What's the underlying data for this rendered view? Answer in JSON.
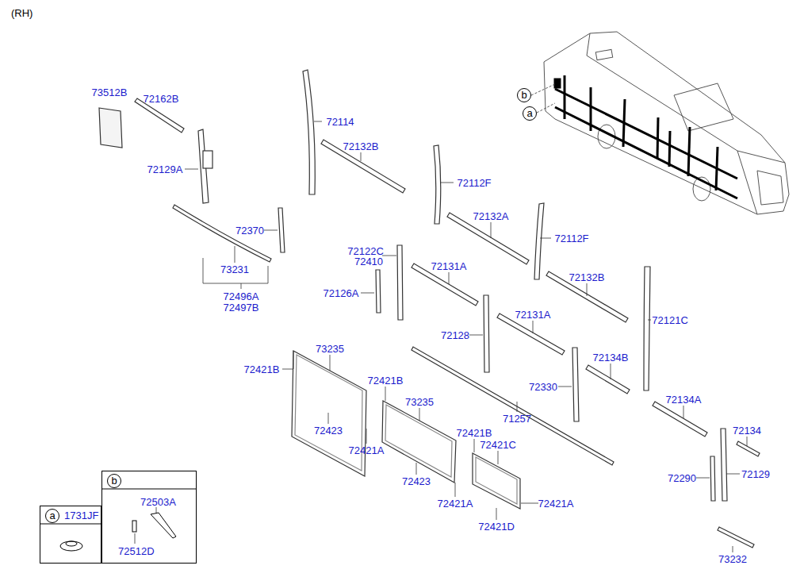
{
  "diagram": {
    "title": "(RH)",
    "nodes": [
      {
        "text": [
          "a",
          "1731JF"
        ]
      },
      {
        "text": [
          "b",
          "72503A",
          "72512D"
        ]
      }
    ],
    "labels": [
      "73512B",
      "72162B",
      "72114",
      "72132B",
      "72129A",
      "72112F",
      "72370",
      "72132A",
      "72112F",
      "72122C",
      "72410",
      "72131A",
      "73231",
      "72132B",
      "72496A",
      "72497B",
      "72126A",
      "72131A",
      "72121C",
      "72128",
      "73235",
      "72134B",
      "72421B",
      "72421B",
      "72330",
      "72134A",
      "73235",
      "71257",
      "72423",
      "72421B",
      "72134",
      "72421C",
      "72421A",
      "72129",
      "72290",
      "72423",
      "72421A",
      "72421A",
      "72421D",
      "73232",
      "b",
      "a"
    ]
  }
}
